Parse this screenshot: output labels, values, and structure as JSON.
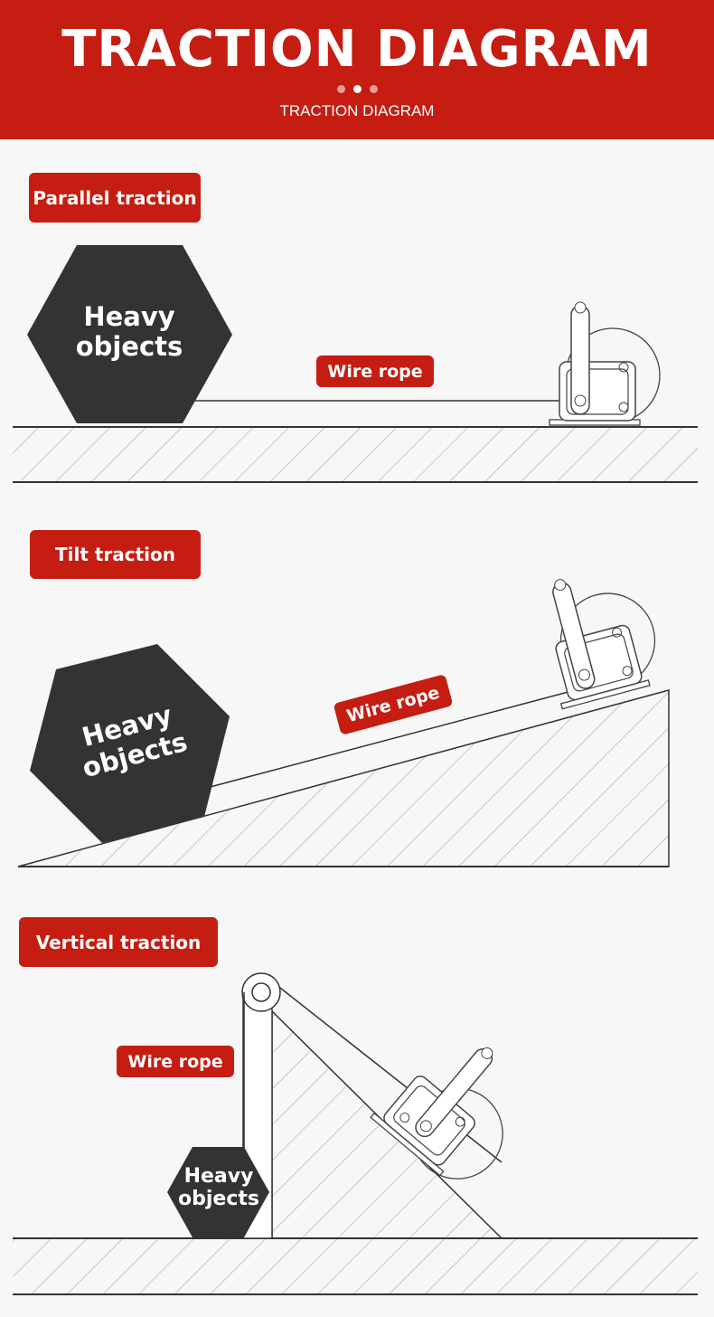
{
  "header": {
    "title": "TRACTION DIAGRAM",
    "subtitle": "TRACTION DIAGRAM"
  },
  "sections": [
    {
      "label": "Parallel traction",
      "object_label_1": "Heavy",
      "object_label_2": "objects",
      "rope_label": "Wire rope"
    },
    {
      "label": "Tilt traction",
      "object_label_1": "Heavy",
      "object_label_2": "objects",
      "rope_label": "Wire rope"
    },
    {
      "label": "Vertical traction",
      "object_label_1": "Heavy",
      "object_label_2": "objects",
      "rope_label": "Wire rope"
    }
  ],
  "colors": {
    "accent": "#c51d12",
    "object": "#333333",
    "line": "#333333"
  }
}
